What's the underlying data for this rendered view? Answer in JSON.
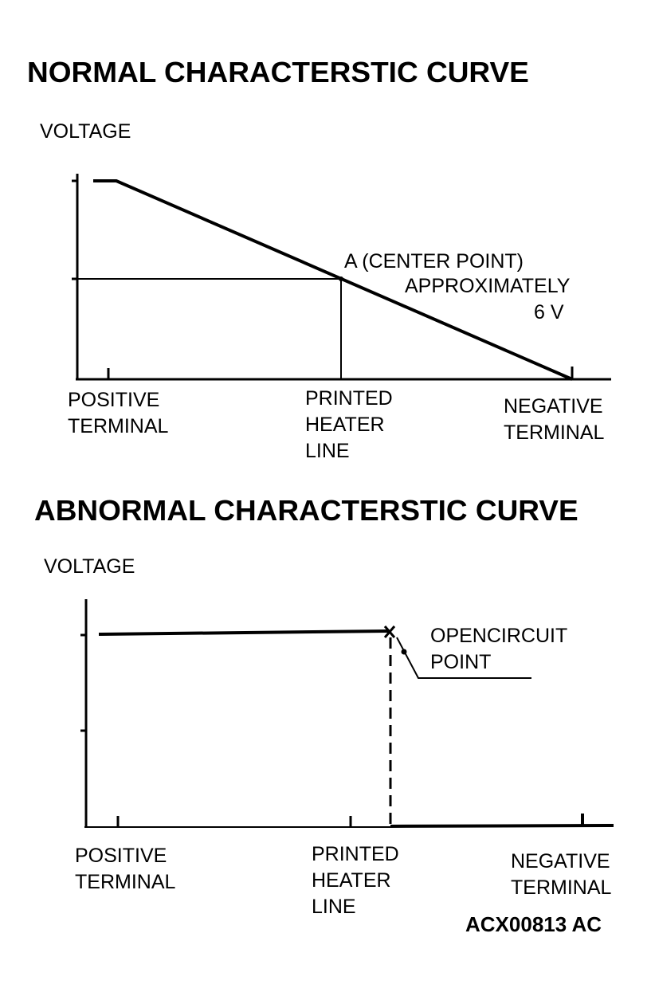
{
  "normal": {
    "title": "NORMAL CHARACTERSTIC CURVE",
    "y_label": "VOLTAGE",
    "center_label": "A (CENTER POINT)",
    "center_note": "APPROXIMATELY",
    "center_value": "6 V",
    "x_positive": "POSITIVE\nTERMINAL",
    "x_printed": "PRINTED\nHEATER\nLINE",
    "x_negative": "NEGATIVE\nTERMINAL"
  },
  "abnormal": {
    "title": "ABNORMAL CHARACTERSTIC CURVE",
    "y_label": "VOLTAGE",
    "open_label": "OPENCIRCUIT\nPOINT",
    "x_positive": "POSITIVE\nTERMINAL",
    "x_printed": "PRINTED\nHEATER\nLINE",
    "x_negative": "NEGATIVE\nTERMINAL"
  },
  "figure_code": "ACX00813 AC"
}
